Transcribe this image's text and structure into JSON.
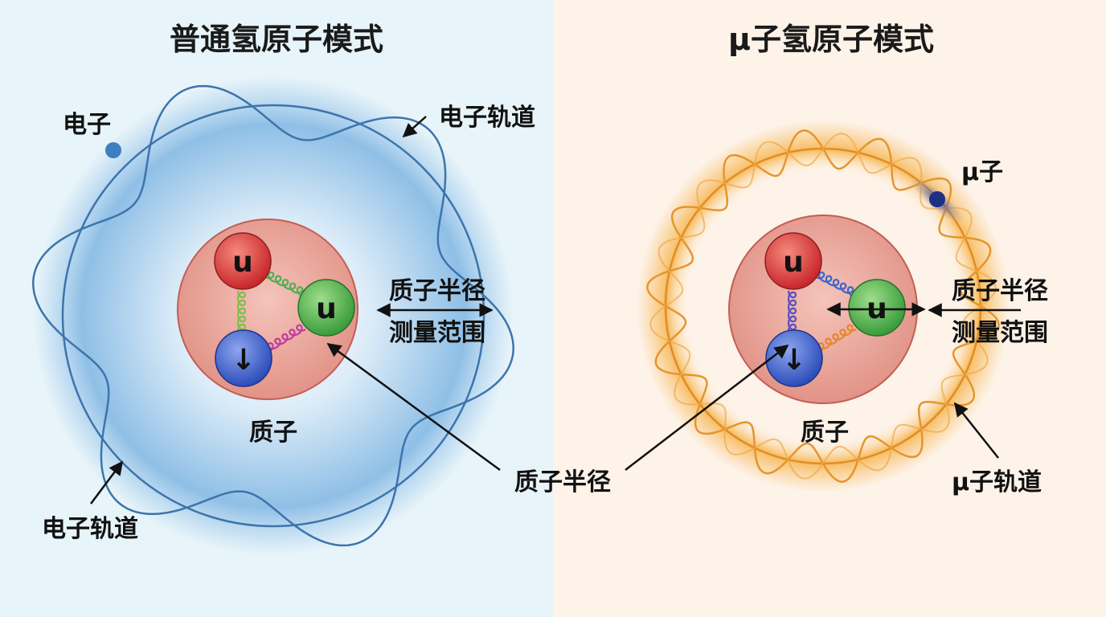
{
  "left_panel": {
    "title": "普通氢原子模式",
    "electron_label": "电子",
    "orbit_label_top": "电子轨道",
    "orbit_label_bottom": "电子轨道",
    "proton_label": "质子",
    "range_label_line1": "质子半径",
    "range_label_line2": "测量范围",
    "quark_1": "u",
    "quark_2": "u",
    "quark_3": "↓",
    "colors": {
      "background": "#e6f3f8",
      "cloud": "#5a9bd6",
      "orbit": "#3d74ac",
      "electron": "#3d7fc0"
    }
  },
  "right_panel": {
    "title": "μ子氢原子模式",
    "muon_label": "μ子",
    "orbit_label": "μ子轨道",
    "proton_label": "质子",
    "range_label_line1": "质子半径",
    "range_label_line2": "测量范围",
    "quark_1": "u",
    "quark_2": "u",
    "quark_3": "↓",
    "colors": {
      "background": "#fdf2e6",
      "cloud": "#f5b04a",
      "orbit": "#e08d28",
      "muon": "#1e2f86"
    }
  },
  "shared": {
    "proton_radius_label": "质子半径",
    "colors": {
      "proton": "#e8a098",
      "quark_red": "#dd3a36",
      "quark_green": "#4aae47",
      "quark_blue": "#3f62c8"
    }
  }
}
